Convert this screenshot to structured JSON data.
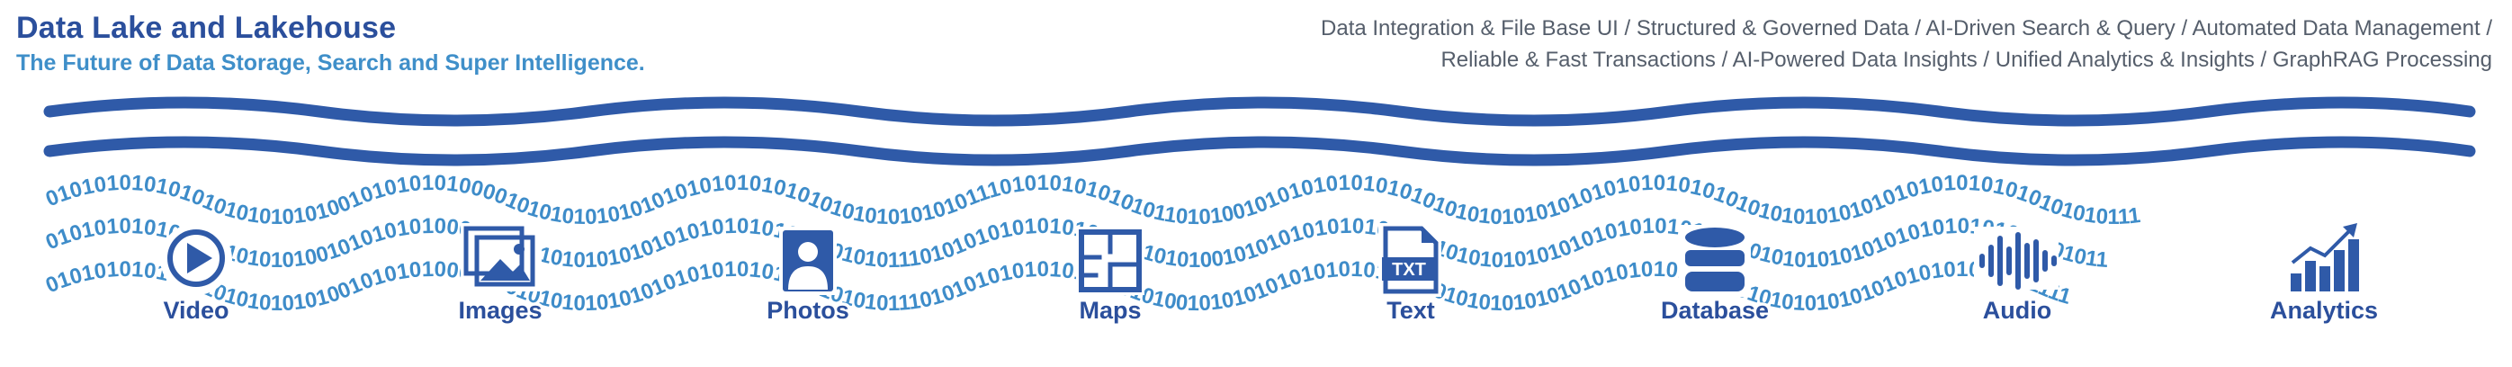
{
  "header": {
    "title": "Data Lake and Lakehouse",
    "subtitle": "The Future of Data Storage, Search and Super Intelligence."
  },
  "features": {
    "line1": "Data Integration & File Base UI / Structured & Governed Data / AI-Driven Search & Query / Automated Data Management /",
    "line2": "Reliable & Fast Transactions / AI-Powered Data Insights / Unified Analytics & Insights  / GraphRAG Processing"
  },
  "binary": {
    "row1": "010101010101010101010101001010101010000101010101010101010101010101010101010101011101010101010101101010010101010101010101010101010101010101010101010101010101010101010101010101010111",
    "row2": "010101010101010101010100101010101000101010101010101010101010101010101010111010101010101010101010101001010101010101010101010101010101010101010101010101010101010101010101010101011",
    "row3": "010101010101010101010101001010101000101010101010101010101010101010101010111010101010101010110101001010101010101010101010101010101010101010101010101010101010101010101010101111"
  },
  "categories": [
    {
      "label": "Video",
      "icon": "play-circle-icon"
    },
    {
      "label": "Images",
      "icon": "image-gallery-icon"
    },
    {
      "label": "Photos",
      "icon": "user-portrait-icon"
    },
    {
      "label": "Maps",
      "icon": "floor-plan-icon"
    },
    {
      "label": "Text",
      "icon": "txt-file-icon"
    },
    {
      "label": "Database",
      "icon": "database-icon"
    },
    {
      "label": "Audio",
      "icon": "audio-waveform-icon"
    },
    {
      "label": "Analytics",
      "icon": "bar-chart-icon"
    }
  ],
  "colors": {
    "dark_blue": "#2b4f9c",
    "light_blue": "#3e8cc9",
    "gray": "#555e6b"
  }
}
